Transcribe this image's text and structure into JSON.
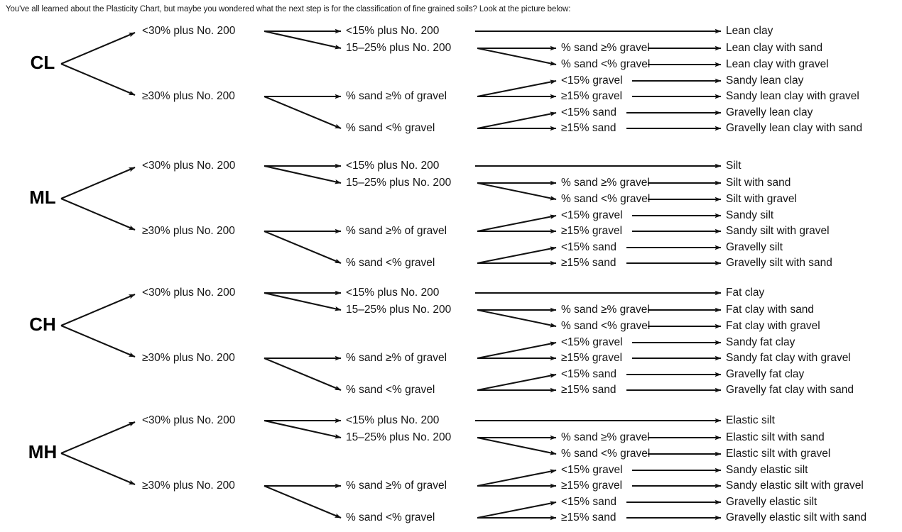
{
  "intro": {
    "text": "You've all learned about the Plasticity Chart, but maybe you wondered what the next step is for the classification of fine grained soils? Look at the picture below:"
  },
  "diagram": {
    "name": "fine-grained-soil-classification-flowchart",
    "colors": {
      "line": "#121212",
      "text": "#151515",
      "background": "#ffffff"
    },
    "column_labels": {
      "l1_a": "<30% plus No. 200",
      "l1_b": "≥30% plus No. 200",
      "l2_a": "<15% plus No. 200",
      "l2_b": "15–25% plus No. 200",
      "l2_c": "% sand ≥% of gravel",
      "l2_d": "% sand <% gravel",
      "l3_a": "% sand ≥% gravel",
      "l3_b": "% sand <% gravel",
      "l3_c": "<15% gravel",
      "l3_d": "≥15% gravel",
      "l3_e": "<15% sand",
      "l3_f": "≥15% sand"
    },
    "blocks": [
      {
        "root": "CL",
        "branch_a": "<30% plus No. 200",
        "branch_b": "≥30% plus No. 200",
        "level2": [
          "<15% plus No. 200",
          "15–25% plus No. 200",
          "% sand ≥% of gravel",
          "% sand <% gravel"
        ],
        "level3": [
          "% sand ≥% gravel",
          "% sand <% gravel",
          "<15% gravel",
          "≥15% gravel",
          "<15% sand",
          "≥15% sand"
        ],
        "results": [
          "Lean clay",
          "Lean clay with sand",
          "Lean clay with gravel",
          "Sandy lean clay",
          "Sandy lean clay with gravel",
          "Gravelly lean clay",
          "Gravelly lean clay with sand"
        ]
      },
      {
        "root": "ML",
        "branch_a": "<30% plus No. 200",
        "branch_b": "≥30% plus No. 200",
        "level2": [
          "<15% plus No. 200",
          "15–25% plus No. 200",
          "% sand ≥% of gravel",
          "% sand <% gravel"
        ],
        "level3": [
          "% sand ≥% gravel",
          "% sand <% gravel",
          "<15% gravel",
          "≥15% gravel",
          "<15% sand",
          "≥15% sand"
        ],
        "results": [
          "Silt",
          "Silt with sand",
          "Silt with gravel",
          "Sandy silt",
          "Sandy silt with gravel",
          "Gravelly silt",
          "Gravelly silt with sand"
        ]
      },
      {
        "root": "CH",
        "branch_a": "<30% plus No. 200",
        "branch_b": "≥30% plus No. 200",
        "level2": [
          "<15% plus No. 200",
          "15–25% plus No. 200",
          "% sand ≥% of gravel",
          "% sand <% gravel"
        ],
        "level3": [
          "% sand ≥% gravel",
          "% sand <% gravel",
          "<15% gravel",
          "≥15% gravel",
          "<15% sand",
          "≥15% sand"
        ],
        "results": [
          "Fat clay",
          "Fat clay with sand",
          "Fat clay with gravel",
          "Sandy fat clay",
          "Sandy fat clay with gravel",
          "Gravelly fat clay",
          "Gravelly fat clay with sand"
        ]
      },
      {
        "root": "MH",
        "branch_a": "<30% plus No. 200",
        "branch_b": "≥30% plus No. 200",
        "level2": [
          "<15% plus No. 200",
          "15–25% plus No. 200",
          "% sand ≥% of gravel",
          "% sand <% gravel"
        ],
        "level3": [
          "% sand ≥% gravel",
          "% sand <% gravel",
          "<15% gravel",
          "≥15% gravel",
          "<15% sand",
          "≥15% sand"
        ],
        "results": [
          "Elastic silt",
          "Elastic silt with sand",
          "Elastic silt with gravel",
          "Sandy elastic silt",
          "Sandy elastic silt with gravel",
          "Gravelly elastic silt",
          "Gravelly elastic silt with sand"
        ]
      }
    ]
  }
}
